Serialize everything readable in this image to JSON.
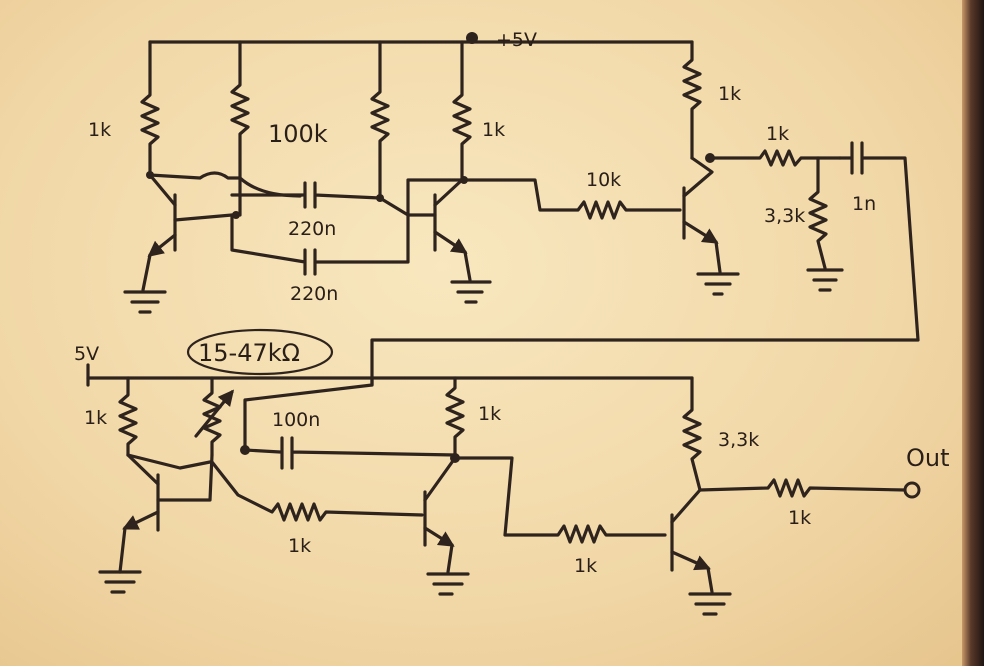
{
  "labels": {
    "vcc_top": "+5V",
    "vcc_bottom": "5V",
    "r_osc_left": "1k",
    "r_osc_mid": "100k",
    "r_osc_right": "1k",
    "r_collector_top": "1k",
    "r_base_top": "10k",
    "r_out_top": "1k",
    "r_filter_shunt": "3,3k",
    "c_filter": "1n",
    "c_osc_1": "220n",
    "c_osc_2": "220n",
    "pot": "15-47kΩ",
    "r_bot_left": "1k",
    "c_bot": "100n",
    "r_bot_mid": "1k",
    "r_bot_feedback": "1k",
    "r_bot_base": "1k",
    "r_bot_collector": "3,3k",
    "r_out": "1k",
    "out": "Out"
  }
}
